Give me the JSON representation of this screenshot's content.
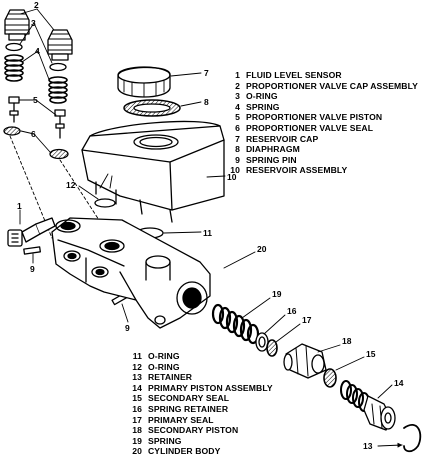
{
  "callouts": {
    "c1": "1",
    "c2": "2",
    "c3": "3",
    "c4": "4",
    "c5": "5",
    "c6": "6",
    "c7": "7",
    "c8": "8",
    "c9a": "9",
    "c9b": "9",
    "c10": "10",
    "c11": "11",
    "c12": "12",
    "c13": "13",
    "c14": "14",
    "c15": "15",
    "c16": "16",
    "c17": "17",
    "c18": "18",
    "c19": "19",
    "c20": "20"
  },
  "legend_top": [
    {
      "num": "1",
      "label": "FLUID LEVEL SENSOR"
    },
    {
      "num": "2",
      "label": "PROPORTIONER VALVE CAP ASSEMBLY"
    },
    {
      "num": "3",
      "label": "O-RING"
    },
    {
      "num": "4",
      "label": "SPRING"
    },
    {
      "num": "5",
      "label": "PROPORTIONER VALVE PISTON"
    },
    {
      "num": "6",
      "label": "PROPORTIONER VALVE SEAL"
    },
    {
      "num": "7",
      "label": "RESERVOIR CAP"
    },
    {
      "num": "8",
      "label": "DIAPHRAGM"
    },
    {
      "num": "9",
      "label": "SPRING PIN"
    },
    {
      "num": "10",
      "label": "RESERVOIR ASSEMBLY"
    }
  ],
  "legend_bottom": [
    {
      "num": "11",
      "label": "O-RING"
    },
    {
      "num": "12",
      "label": "O-RING"
    },
    {
      "num": "13",
      "label": "RETAINER"
    },
    {
      "num": "14",
      "label": "PRIMARY PISTON ASSEMBLY"
    },
    {
      "num": "15",
      "label": "SECONDARY SEAL"
    },
    {
      "num": "16",
      "label": "SPRING RETAINER"
    },
    {
      "num": "17",
      "label": "PRIMARY SEAL"
    },
    {
      "num": "18",
      "label": "SECONDARY PISTON"
    },
    {
      "num": "19",
      "label": "SPRING"
    },
    {
      "num": "20",
      "label": "CYLINDER BODY"
    }
  ]
}
